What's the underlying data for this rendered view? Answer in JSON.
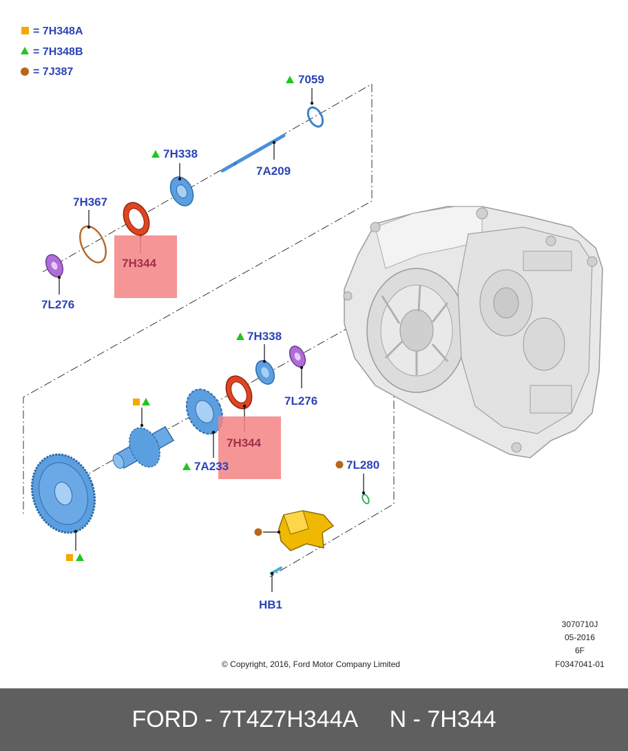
{
  "legend": {
    "items": [
      {
        "symbol": "square",
        "color": "#f5a800",
        "text": "= 7H348A"
      },
      {
        "symbol": "triangle",
        "color": "#22c51e",
        "text": "= 7H348B"
      },
      {
        "symbol": "circle",
        "color": "#b8661a",
        "text": "= 7J387"
      }
    ]
  },
  "colors": {
    "label": "#2a43b8",
    "highlight_box": "#f48383",
    "part_blue": "#5b9fe0",
    "part_red": "#e04420",
    "part_purple": "#b06cd8",
    "part_orange": "#b56a2a",
    "part_yellow": "#f0b800",
    "footer_bg": "#5f5f5f"
  },
  "labels": {
    "p7059": "7059",
    "p7a209": "7A209",
    "p7h338_upper": "7H338",
    "p7h367": "7H367",
    "p7h344_upper": "7H344",
    "p7l276_upper": "7L276",
    "p7h338_lower": "7H338",
    "p7l276_lower": "7L276",
    "p7h344_lower": "7H344",
    "p7a233": "7A233",
    "p7l280": "7L280",
    "hb1": "HB1"
  },
  "meta": {
    "copyright": "© Copyright, 2016, Ford Motor Company Limited",
    "code1": "3070710J",
    "code2": "05-2016",
    "code3": "6F",
    "code4": "F0347041-01"
  },
  "footer": {
    "text": "FORD - 7T4Z7H344A     N - 7H344"
  }
}
